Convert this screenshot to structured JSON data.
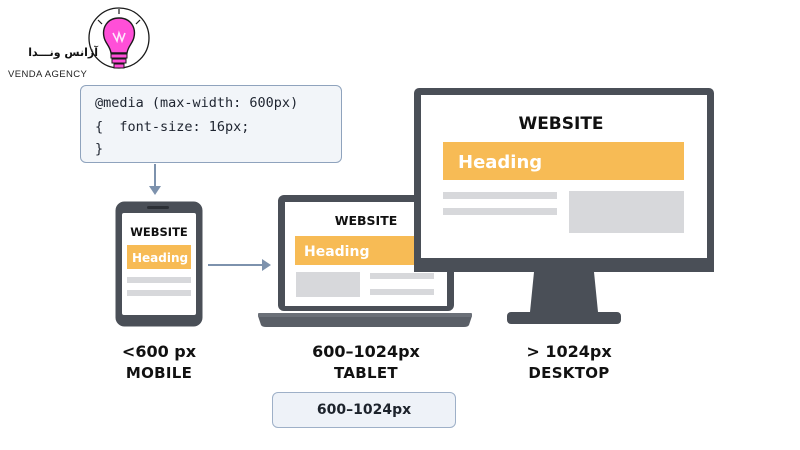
{
  "logo": {
    "persian_name": "آژانس ونـــدا",
    "english_name": "VENDA AGENCY",
    "icon": "lightbulb-icon",
    "bulb_color": "#ff4fd8"
  },
  "css_code": {
    "line1": "@media (max-width: 600px)",
    "line2": "{  font-size: 16px;",
    "line3": "}"
  },
  "devices": {
    "mobile": {
      "screen_title": "WEBSITE",
      "heading_label": "Heading",
      "size_label": "<600 px",
      "name_label": "MOBILE"
    },
    "tablet": {
      "screen_title": "WEBSITE",
      "heading_label": "Heading",
      "size_label": "600–1024px",
      "name_label": "TABLET"
    },
    "desktop": {
      "screen_title": "WEBSITE",
      "heading_label": "Heading",
      "size_label": "> 1024px",
      "name_label": "DESKTOP"
    }
  },
  "range_box": {
    "label": "600–1024px"
  },
  "colors": {
    "heading_fill": "#f7bb55",
    "device_frame": "#4a4f57",
    "placeholder_gray": "#d7d8db",
    "arrow": "#7d92ad"
  }
}
